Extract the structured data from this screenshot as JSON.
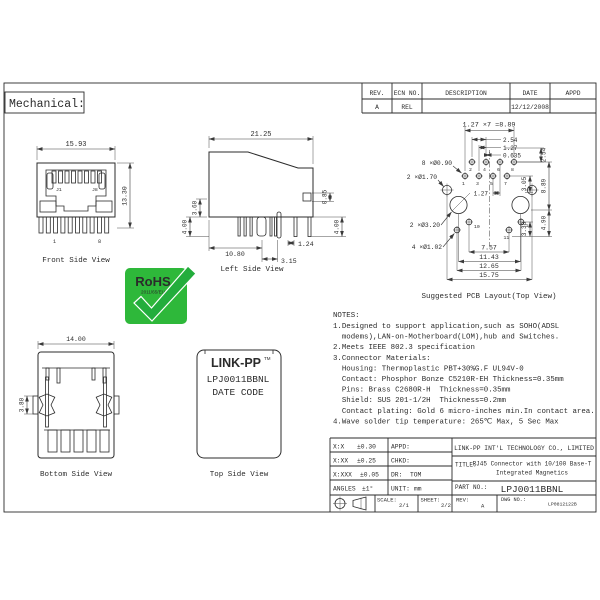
{
  "section_label": "Mechanical:",
  "rev_table": {
    "headers": [
      "REV.",
      "ECN NO.",
      "DESCRIPTION",
      "DATE",
      "APPD"
    ],
    "row": {
      "rev": "A",
      "ecn": "REL",
      "description": "",
      "date": "12/12/2008",
      "appd": ""
    }
  },
  "front_view": {
    "caption": "Front Side View",
    "dim_width": "15.93",
    "dim_height": "13.30",
    "label_j1": "J1",
    "label_j8": "J8",
    "label_pin1": "1",
    "label_pin8": "8"
  },
  "left_view": {
    "caption": "Left Side View",
    "dim_width": "21.25",
    "dim_360": "3.60",
    "dim_400_left": "4.00",
    "dim_1080": "10.80",
    "dim_315": "3.15",
    "dim_124": "1.24",
    "dim_085": "0.85",
    "dim_400_right": "4.00"
  },
  "pcb_layout": {
    "caption": "Suggested PCB Layout(Top View)",
    "dim_pitch_total": "1.27 ×7 =8.89",
    "dim_254_top": "2.54",
    "dim_127_top": "1.27",
    "dim_0635": "0.635",
    "dim_254_right": "2.54",
    "dim_305": "3.05",
    "dim_889": "8.89",
    "dim_490": "4.90",
    "dim_338": "3.38",
    "dim_127_mid": "1.27",
    "dim_757": "7.57",
    "dim_1143": "11.43",
    "dim_1265": "12.65",
    "dim_1575": "15.75",
    "label_holes_090": "8 ×Ø0.90",
    "label_holes_170": "2 ×Ø1.70",
    "label_holes_320": "2 ×Ø3.20",
    "label_holes_102": "4 ×Ø1.02",
    "pins": [
      "1",
      "2",
      "3",
      "4",
      "5",
      "6",
      "7",
      "8",
      "9",
      "10",
      "11",
      "12"
    ]
  },
  "rohs": {
    "title": "RoHS",
    "directive": "2011/65/EU"
  },
  "notes": {
    "heading": "NOTES:",
    "lines": [
      "1.Designed to support application,such as SOHO(ADSL",
      "  modems),LAN-on-Motherboard(LOM),hub and Switches.",
      "2.Meets IEEE 802.3 specification",
      "3.Connector Materials:",
      "  Housing: Thermoplastic PBT+30%G.F UL94V-0",
      "  Contact: Phosphor Bonze C5210R-EH Thickness=0.35mm",
      "  Pins: Brass C2680R-H  Thickness=0.35mm",
      "  Shield: SUS 201-1/2H  Thickness=0.2mm",
      "  Contact plating: Gold 6 micro-inches min.In contact area.",
      "4.Wave solder tip temperature: 265℃ Max, 5 Sec Max"
    ]
  },
  "bottom_view": {
    "caption": "Bottom Side View",
    "dim_width": "14.00",
    "dim_380": "3.80"
  },
  "top_view": {
    "caption": "Top Side View",
    "brand": "LINK-PP",
    "trademark": "TM",
    "part_number": "LPJ0011BBNL",
    "date_code": "DATE CODE"
  },
  "title_block": {
    "tol_rows": [
      {
        "label": "X:X",
        "value": "±0.30"
      },
      {
        "label": "X:XX",
        "value": "±0.25"
      },
      {
        "label": "X:XXX",
        "value": "±0.05"
      },
      {
        "label": "ANGLES",
        "value": "±1°"
      }
    ],
    "appd_label": "APPD:",
    "chkd_label": "CHKD:",
    "dr_label": "DR:",
    "dr_value": "TOM",
    "unit_label": "UNIT:",
    "unit_value": "mm",
    "company": "LINK-PP INT'L TECHNOLOGY CO., LIMITED",
    "title_label": "TITLE:",
    "title_line1": "RJ45 Connector with 10/100 Base-T",
    "title_line2": "Integrated Magnetics",
    "part_label": "PART NO.:",
    "part_value": "LPJ0011BBNL",
    "scale_label": "SCALE:",
    "scale_value": "2/1",
    "sheet_label": "SHEET:",
    "sheet_value": "2/2",
    "rev_label": "REV:",
    "rev_value": "A",
    "dwg_label": "DWG NO.:",
    "dwg_value": "LP0812122B"
  },
  "colors": {
    "led_green": "#1bd41b",
    "led_yellow": "#e8e400",
    "rohs_green": "#2eb83a",
    "rohs_check": "#23ad3c"
  }
}
